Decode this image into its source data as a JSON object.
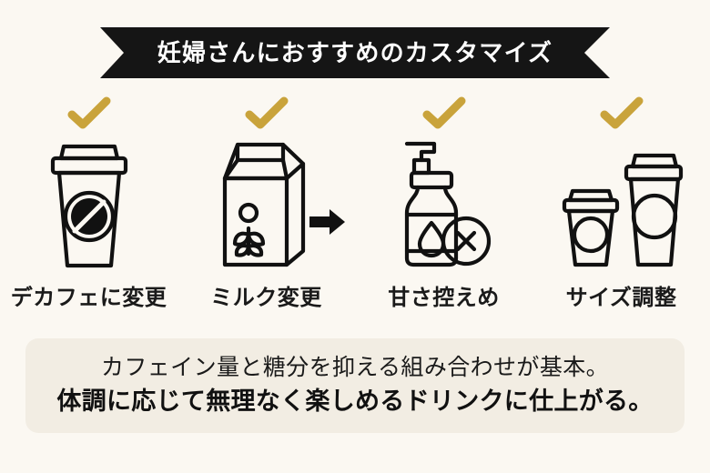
{
  "banner": {
    "title": "妊婦さんにおすすめのカスタマイズ",
    "background_color": "#151515",
    "text_color": "#ffffff"
  },
  "theme": {
    "page_background": "#fbf8f2",
    "caption_background": "#f2ede3",
    "accent_check_color": "#c9a33b",
    "line_color": "#111111",
    "text_color": "#1a1a1a"
  },
  "features": [
    {
      "label": "デカフェに変更",
      "check_icon": "check-icon",
      "art_icon": "coffee-cup-no-bean-icon"
    },
    {
      "label": "ミルク変更",
      "check_icon": "check-icon",
      "art_icon": "milk-carton-plant-icon",
      "arrow_icon": "arrow-right-icon"
    },
    {
      "label": "甘さ控えめ",
      "check_icon": "check-icon",
      "art_icon": "syrup-pump-bottle-no-icon"
    },
    {
      "label": "サイズ調整",
      "check_icon": "check-icon",
      "art_icon": "two-cup-sizes-icon"
    }
  ],
  "caption": {
    "line1": "カフェイン量と糖分を抑える組み合わせが基本。",
    "line2": "体調に応じて無理なく楽しめるドリンクに仕上がる。"
  }
}
